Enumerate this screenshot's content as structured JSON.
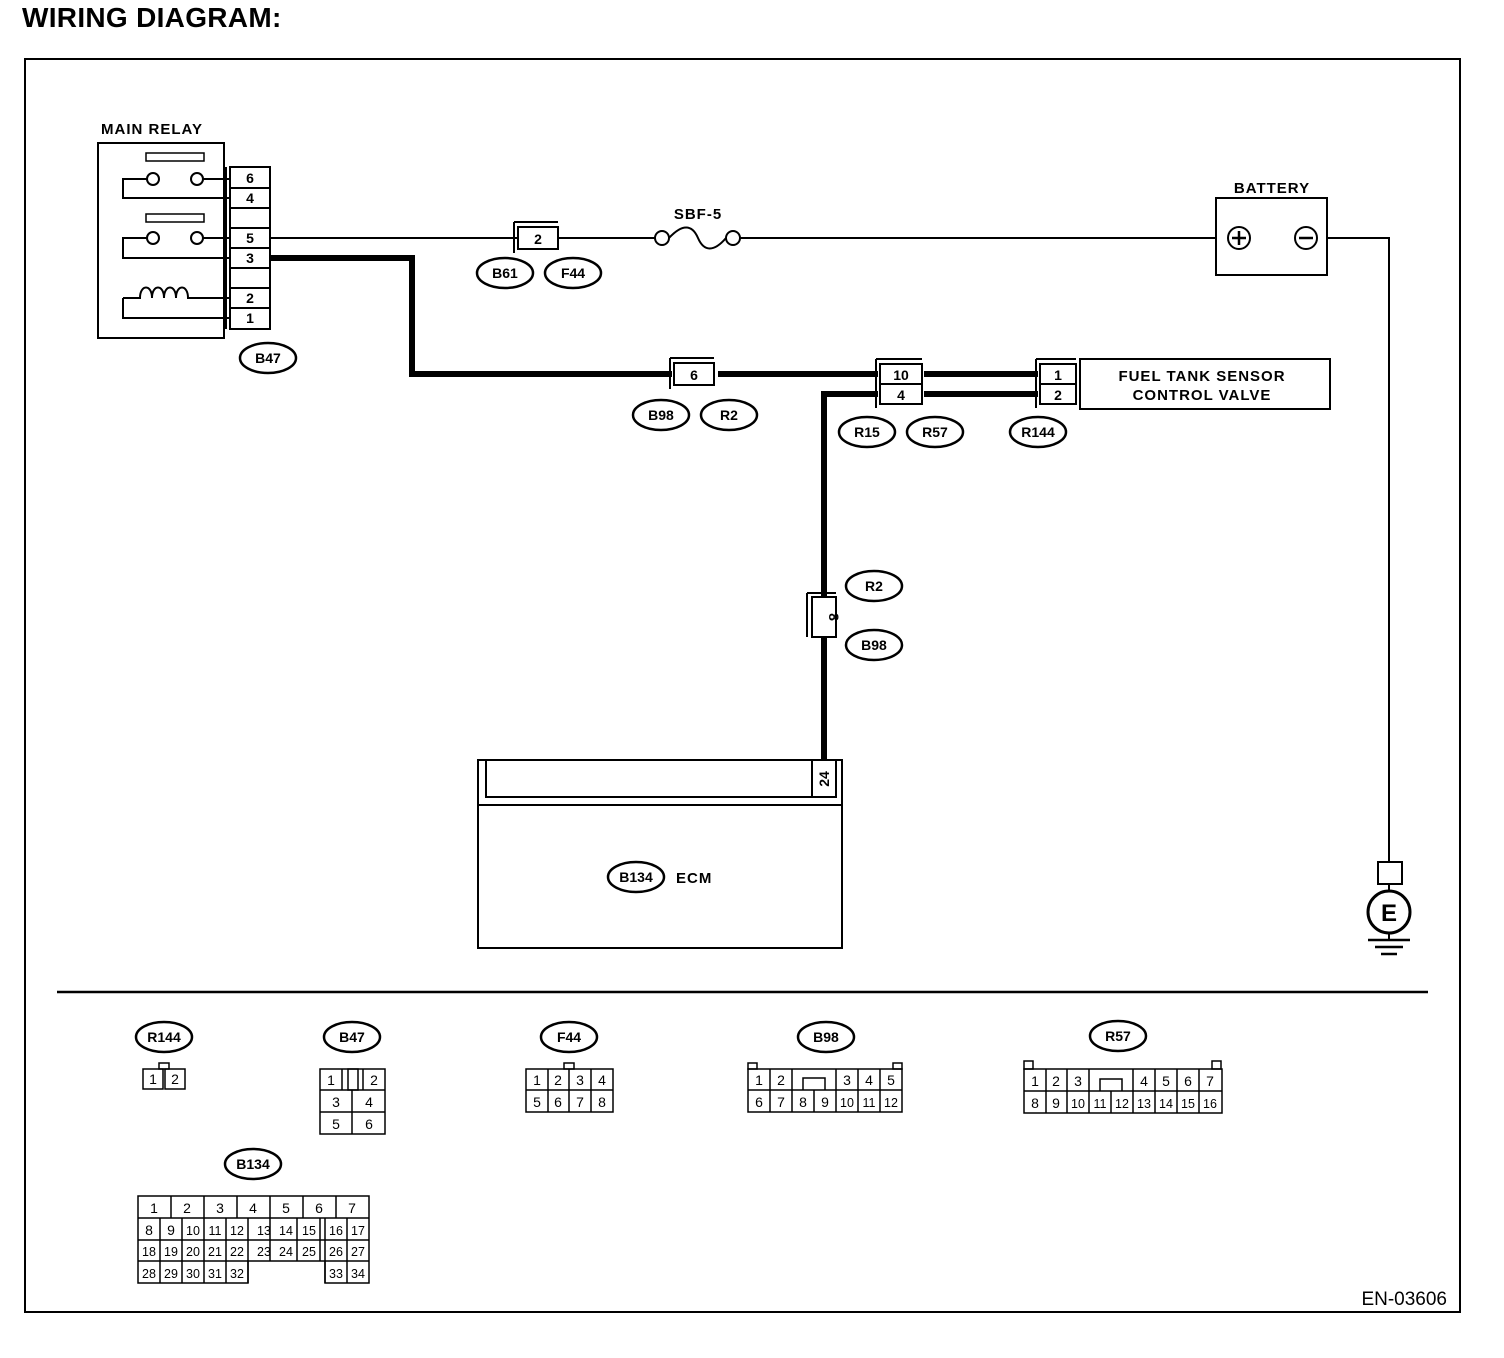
{
  "title": "WIRING DIAGRAM:",
  "figure_code": "EN-03606",
  "components": {
    "main_relay": {
      "label": "MAIN RELAY",
      "connector": "B47",
      "pins": [
        "6",
        "4",
        "5",
        "3",
        "2",
        "1"
      ]
    },
    "battery": {
      "label": "BATTERY",
      "plus": "+",
      "minus": "−"
    },
    "fuse": {
      "label": "SBF-5"
    },
    "valve": {
      "label_line1": "FUEL TANK SENSOR",
      "label_line2": "CONTROL VALVE",
      "connector": "R144",
      "pins": [
        "1",
        "2"
      ]
    },
    "ecm": {
      "label": "ECM",
      "connector": "B134",
      "pin": "24"
    },
    "ground": {
      "label": "E"
    }
  },
  "connectors": {
    "b61_f44": {
      "pin": "2",
      "tags": [
        "B61",
        "F44"
      ]
    },
    "b98_r2_top": {
      "pin": "6",
      "tags": [
        "B98",
        "R2"
      ]
    },
    "r15_r57": {
      "pins": [
        "10",
        "4"
      ],
      "tags": [
        "R15",
        "R57"
      ]
    },
    "b98_r2_vert": {
      "pin": "8",
      "tags": [
        "R2",
        "B98"
      ]
    }
  },
  "legend": {
    "r144": {
      "name": "R144",
      "rows": [
        [
          "1",
          "2"
        ]
      ]
    },
    "b47": {
      "name": "B47",
      "rows": [
        [
          "1",
          "",
          "2"
        ],
        [
          "3",
          "4"
        ],
        [
          "5",
          "6"
        ]
      ]
    },
    "f44": {
      "name": "F44",
      "rows": [
        [
          "1",
          "2",
          "3",
          "4"
        ],
        [
          "5",
          "6",
          "7",
          "8"
        ]
      ]
    },
    "b98": {
      "name": "B98",
      "rows": [
        [
          "1",
          "2",
          "3",
          "4",
          "5"
        ],
        [
          "6",
          "7",
          "8",
          "9",
          "10",
          "11",
          "12"
        ]
      ]
    },
    "r57": {
      "name": "R57",
      "rows": [
        [
          "1",
          "2",
          "3",
          "4",
          "5",
          "6",
          "7"
        ],
        [
          "8",
          "9",
          "10",
          "11",
          "12",
          "13",
          "14",
          "15",
          "16"
        ]
      ]
    },
    "b134": {
      "name": "B134",
      "rows": [
        [
          "1",
          "2",
          "3",
          "4",
          "5",
          "6",
          "7"
        ],
        [
          "8",
          "9",
          "10",
          "11",
          "12",
          "13",
          "14",
          "15",
          "16",
          "17"
        ],
        [
          "18",
          "19",
          "20",
          "21",
          "22",
          "23",
          "24",
          "25",
          "26",
          "27"
        ],
        [
          "28",
          "29",
          "30",
          "31",
          "32",
          "33",
          "34"
        ]
      ]
    }
  }
}
